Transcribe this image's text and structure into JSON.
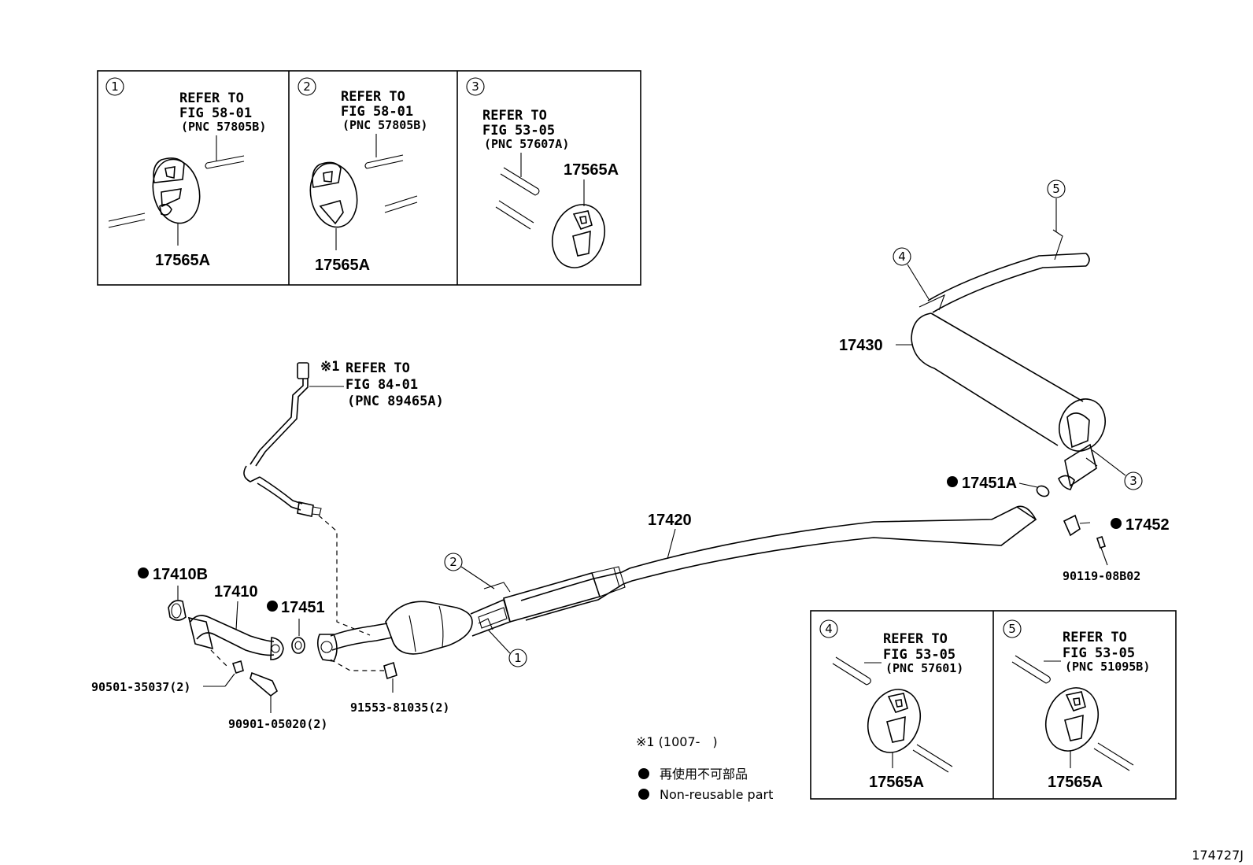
{
  "insets_top": [
    {
      "num": "1",
      "refer": "REFER TO",
      "fig": "FIG 58-01",
      "pnc": "(PNC 57805B)",
      "part": "17565A"
    },
    {
      "num": "2",
      "refer": "REFER TO",
      "fig": "FIG 58-01",
      "pnc": "(PNC 57805B)",
      "part": "17565A"
    },
    {
      "num": "3",
      "refer": "REFER TO",
      "fig": "FIG 53-05",
      "pnc": "(PNC 57607A)",
      "part": "17565A"
    }
  ],
  "insets_bottom": [
    {
      "num": "4",
      "refer": "REFER TO",
      "fig": "FIG 53-05",
      "pnc": "(PNC 57601)",
      "part": "17565A"
    },
    {
      "num": "5",
      "refer": "REFER TO",
      "fig": "FIG 53-05",
      "pnc": "(PNC 51095B)",
      "part": "17565A"
    }
  ],
  "sensor_ref": {
    "mark": "※1",
    "refer": "REFER TO",
    "fig": "FIG 84-01",
    "pnc": "(PNC 89465A)"
  },
  "parts": {
    "p17430": "17430",
    "p17420": "17420",
    "p17451A": "17451A",
    "p17452": "17452",
    "p90119": "90119-08B02",
    "p17410B": "17410B",
    "p17410": "17410",
    "p17451": "17451",
    "p90501": "90501-35037(2)",
    "p90901": "90901-05020(2)",
    "p91553": "91553-81035(2)"
  },
  "callouts": {
    "c1": "1",
    "c2": "2",
    "c3": "3",
    "c4": "4",
    "c5": "5"
  },
  "notes": {
    "footnote": "※1 (1007-　)",
    "legend_jp": "再使用不可部品",
    "legend_en": "Non-reusable part"
  },
  "figure_id": "174727J"
}
